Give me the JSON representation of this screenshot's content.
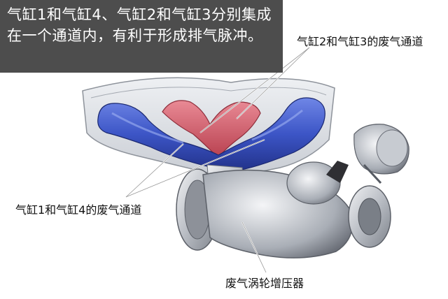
{
  "caption": {
    "text": "气缸1和气缸4、气缸2和气缸3分别集成在一个通道内，有利于形成排气脉冲。"
  },
  "labels": {
    "cyl23_passage": "气缸2和气缸3的废气通道",
    "cyl14_passage": "气缸1和气缸4的废气通道",
    "turbocharger": "废气涡轮增压器"
  },
  "colors": {
    "caption_bg": "#4d4d4d",
    "caption_text": "#ffffff",
    "passage_cyl14": "#3d56c8",
    "passage_cyl23": "#d0505f",
    "housing": "#dadde3",
    "leader_line": "#ffffff"
  }
}
